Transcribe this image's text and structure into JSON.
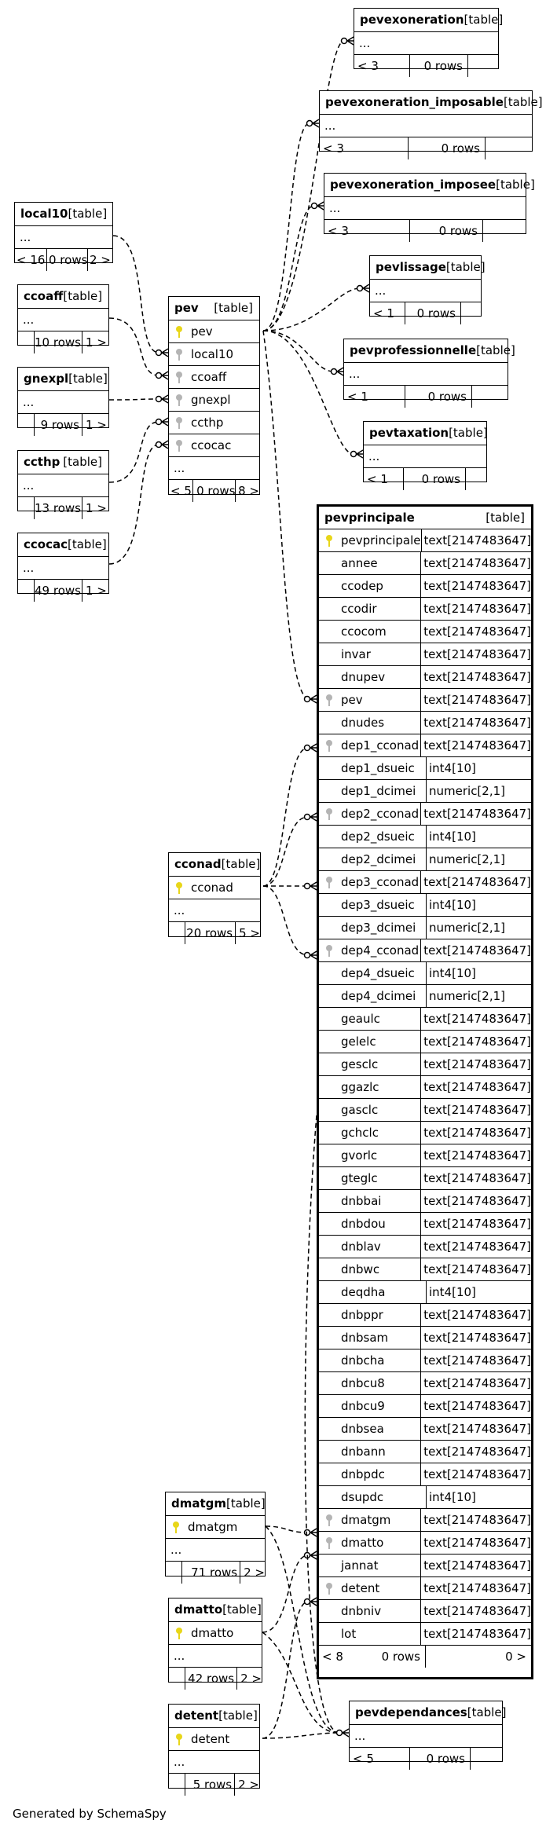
{
  "footer": "Generated by SchemaSpy",
  "type_label": "[table]",
  "ellipsis": "...",
  "tables": {
    "pevexoneration": {
      "name": "pevexoneration",
      "stats": [
        "< 3",
        "0 rows",
        ""
      ]
    },
    "pevexoneration_imposable": {
      "name": "pevexoneration_imposable",
      "stats": [
        "< 3",
        "0 rows",
        ""
      ]
    },
    "pevexoneration_imposee": {
      "name": "pevexoneration_imposee",
      "stats": [
        "< 3",
        "0 rows",
        ""
      ]
    },
    "pevlissage": {
      "name": "pevlissage",
      "stats": [
        "< 1",
        "0 rows",
        ""
      ]
    },
    "pevprofessionnelle": {
      "name": "pevprofessionnelle",
      "stats": [
        "< 1",
        "0 rows",
        ""
      ]
    },
    "pevtaxation": {
      "name": "pevtaxation",
      "stats": [
        "< 1",
        "0 rows",
        ""
      ]
    },
    "local10": {
      "name": "local10",
      "stats": [
        "< 16",
        "0 rows",
        "2 >"
      ]
    },
    "ccoaff": {
      "name": "ccoaff",
      "stats": [
        "",
        "10 rows",
        "1 >"
      ]
    },
    "gnexpl": {
      "name": "gnexpl",
      "stats": [
        "",
        "9 rows",
        "1 >"
      ]
    },
    "ccthp": {
      "name": "ccthp",
      "stats": [
        "",
        "13 rows",
        "1 >"
      ]
    },
    "ccocac": {
      "name": "ccocac",
      "stats": [
        "",
        "49 rows",
        "1 >"
      ]
    },
    "pev": {
      "name": "pev",
      "columns": [
        {
          "name": "pev",
          "key": "pk"
        },
        {
          "name": "local10",
          "key": "fk"
        },
        {
          "name": "ccoaff",
          "key": "fk"
        },
        {
          "name": "gnexpl",
          "key": "fk"
        },
        {
          "name": "ccthp",
          "key": "fk"
        },
        {
          "name": "ccocac",
          "key": "fk"
        }
      ],
      "stats": [
        "< 5",
        "0 rows",
        "8 >"
      ]
    },
    "cconad": {
      "name": "cconad",
      "columns": [
        {
          "name": "cconad",
          "key": "pk"
        }
      ],
      "stats": [
        "",
        "20 rows",
        "5 >"
      ]
    },
    "dmatgm": {
      "name": "dmatgm",
      "columns": [
        {
          "name": "dmatgm",
          "key": "pk"
        }
      ],
      "stats": [
        "",
        "71 rows",
        "2 >"
      ]
    },
    "dmatto": {
      "name": "dmatto",
      "columns": [
        {
          "name": "dmatto",
          "key": "pk"
        }
      ],
      "stats": [
        "",
        "42 rows",
        "2 >"
      ]
    },
    "detent": {
      "name": "detent",
      "columns": [
        {
          "name": "detent",
          "key": "pk"
        }
      ],
      "stats": [
        "",
        "5 rows",
        "2 >"
      ]
    },
    "pevdependances": {
      "name": "pevdependances",
      "stats": [
        "< 5",
        "0 rows",
        ""
      ]
    },
    "pevprincipale": {
      "name": "pevprincipale",
      "columns": [
        {
          "name": "pevprincipale",
          "type": "text[2147483647]",
          "key": "pk"
        },
        {
          "name": "annee",
          "type": "text[2147483647]",
          "key": ""
        },
        {
          "name": "ccodep",
          "type": "text[2147483647]",
          "key": ""
        },
        {
          "name": "ccodir",
          "type": "text[2147483647]",
          "key": ""
        },
        {
          "name": "ccocom",
          "type": "text[2147483647]",
          "key": ""
        },
        {
          "name": "invar",
          "type": "text[2147483647]",
          "key": ""
        },
        {
          "name": "dnupev",
          "type": "text[2147483647]",
          "key": ""
        },
        {
          "name": "pev",
          "type": "text[2147483647]",
          "key": "fk"
        },
        {
          "name": "dnudes",
          "type": "text[2147483647]",
          "key": ""
        },
        {
          "name": "dep1_cconad",
          "type": "text[2147483647]",
          "key": "fk"
        },
        {
          "name": "dep1_dsueic",
          "type": "int4[10]",
          "key": ""
        },
        {
          "name": "dep1_dcimei",
          "type": "numeric[2,1]",
          "key": ""
        },
        {
          "name": "dep2_cconad",
          "type": "text[2147483647]",
          "key": "fk"
        },
        {
          "name": "dep2_dsueic",
          "type": "int4[10]",
          "key": ""
        },
        {
          "name": "dep2_dcimei",
          "type": "numeric[2,1]",
          "key": ""
        },
        {
          "name": "dep3_cconad",
          "type": "text[2147483647]",
          "key": "fk"
        },
        {
          "name": "dep3_dsueic",
          "type": "int4[10]",
          "key": ""
        },
        {
          "name": "dep3_dcimei",
          "type": "numeric[2,1]",
          "key": ""
        },
        {
          "name": "dep4_cconad",
          "type": "text[2147483647]",
          "key": "fk"
        },
        {
          "name": "dep4_dsueic",
          "type": "int4[10]",
          "key": ""
        },
        {
          "name": "dep4_dcimei",
          "type": "numeric[2,1]",
          "key": ""
        },
        {
          "name": "geaulc",
          "type": "text[2147483647]",
          "key": ""
        },
        {
          "name": "gelelc",
          "type": "text[2147483647]",
          "key": ""
        },
        {
          "name": "gesclc",
          "type": "text[2147483647]",
          "key": ""
        },
        {
          "name": "ggazlc",
          "type": "text[2147483647]",
          "key": ""
        },
        {
          "name": "gasclc",
          "type": "text[2147483647]",
          "key": ""
        },
        {
          "name": "gchclc",
          "type": "text[2147483647]",
          "key": ""
        },
        {
          "name": "gvorlc",
          "type": "text[2147483647]",
          "key": ""
        },
        {
          "name": "gteglc",
          "type": "text[2147483647]",
          "key": ""
        },
        {
          "name": "dnbbai",
          "type": "text[2147483647]",
          "key": ""
        },
        {
          "name": "dnbdou",
          "type": "text[2147483647]",
          "key": ""
        },
        {
          "name": "dnblav",
          "type": "text[2147483647]",
          "key": ""
        },
        {
          "name": "dnbwc",
          "type": "text[2147483647]",
          "key": ""
        },
        {
          "name": "deqdha",
          "type": "int4[10]",
          "key": ""
        },
        {
          "name": "dnbppr",
          "type": "text[2147483647]",
          "key": ""
        },
        {
          "name": "dnbsam",
          "type": "text[2147483647]",
          "key": ""
        },
        {
          "name": "dnbcha",
          "type": "text[2147483647]",
          "key": ""
        },
        {
          "name": "dnbcu8",
          "type": "text[2147483647]",
          "key": ""
        },
        {
          "name": "dnbcu9",
          "type": "text[2147483647]",
          "key": ""
        },
        {
          "name": "dnbsea",
          "type": "text[2147483647]",
          "key": ""
        },
        {
          "name": "dnbann",
          "type": "text[2147483647]",
          "key": ""
        },
        {
          "name": "dnbpdc",
          "type": "text[2147483647]",
          "key": ""
        },
        {
          "name": "dsupdc",
          "type": "int4[10]",
          "key": ""
        },
        {
          "name": "dmatgm",
          "type": "text[2147483647]",
          "key": "fk"
        },
        {
          "name": "dmatto",
          "type": "text[2147483647]",
          "key": "fk"
        },
        {
          "name": "jannat",
          "type": "text[2147483647]",
          "key": ""
        },
        {
          "name": "detent",
          "type": "text[2147483647]",
          "key": "fk"
        },
        {
          "name": "dnbniv",
          "type": "text[2147483647]",
          "key": ""
        },
        {
          "name": "lot",
          "type": "text[2147483647]",
          "key": ""
        }
      ],
      "stats": [
        "< 8",
        "0 rows",
        "0 >"
      ]
    }
  }
}
